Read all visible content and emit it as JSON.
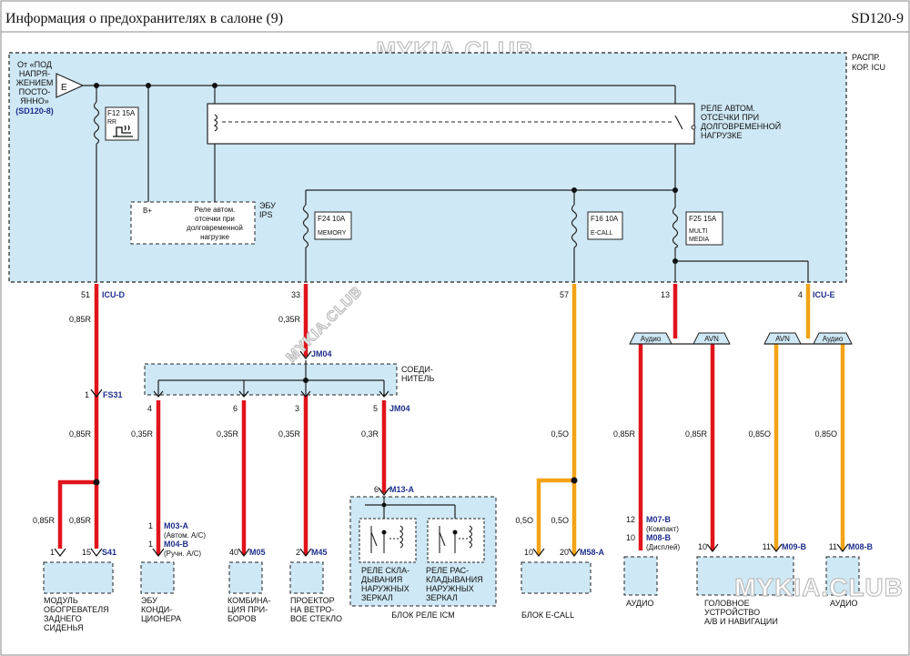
{
  "header": {
    "title": "Информация о предохранителях в салоне (9)",
    "code": "SD120-9",
    "watermark_top": "MYKIA.CLUB",
    "watermark_bottom": "MYKIA.CLUB",
    "watermark_diag": "MYKIA.CLUB"
  },
  "icu": {
    "label_l1": "РАСПР.",
    "label_l2": "КОР. ICU",
    "source_l1": "От «ПОД",
    "source_l2": "НАПРЯ-",
    "source_l3": "ЖЕНИЕМ",
    "source_l4": "ПОСТО-",
    "source_l5": "ЯННО»",
    "source_ref": "(SD120-8)",
    "source_letter": "E",
    "fuse_f12": "F12 15A",
    "fuse_f12_sub": "RR",
    "relay_l1": "РЕЛЕ АВТОМ.",
    "relay_l2": "ОТСЕЧКИ ПРИ",
    "relay_l3": "ДОЛГОВРЕМЕННОЙ",
    "relay_l4": "НАГРУЗКЕ",
    "ips_label_l1": "ЭБУ",
    "ips_label_l2": "IPS",
    "ips_bplus": "B+",
    "ips_l1": "Реле автом.",
    "ips_l2": "отсечки при",
    "ips_l3": "долговременной",
    "ips_l4": "нагрузке",
    "fuse_f24": "F24 10A",
    "fuse_f24_sub": "MEMORY",
    "fuse_f16": "F16 10A",
    "fuse_f16_sub": "E-CALL",
    "fuse_f25": "F25 15A",
    "fuse_f25_sub1": "MULTI",
    "fuse_f25_sub2": "MEDIA"
  },
  "pins": {
    "p51": "51",
    "icu_d": "ICU-D",
    "p33": "33",
    "p57": "57",
    "p13": "13",
    "p4": "4",
    "icu_e": "ICU-E"
  },
  "wires": {
    "w1": "0,85R",
    "w2": "0,35R",
    "w3": "0,85R",
    "w4": "0,85R",
    "w5": "0,85R",
    "w6": "0,35R",
    "w7": "0,35R",
    "w8": "0,35R",
    "w9": "0,3R",
    "w10": "0,5O",
    "w11": "0,5O",
    "w12": "0,5O",
    "w13": "0,85R",
    "w14": "0,85R",
    "w15": "0,85O",
    "w16": "0,85O"
  },
  "connectors": {
    "fs31_pin": "1",
    "fs31": "FS31",
    "jm04": "JM04",
    "joint_l1": "СОЕДИ-",
    "joint_l2": "НИТЕЛЬ",
    "j_p4": "4",
    "j_p6": "6",
    "j_p3": "3",
    "j_p5": "5",
    "jm04b": "JM04",
    "m13_pin": "6",
    "m13": "M13-A",
    "audio1": "Аудио",
    "avn1": "AVN",
    "avn2": "AVN",
    "audio2": "Аудио"
  },
  "components": {
    "seat_p1": "1",
    "seat_p15": "15",
    "seat_conn": "S41",
    "seat_l1": "МОДУЛЬ",
    "seat_l2": "ОБОГРЕВАТЕЛЯ",
    "seat_l3": "ЗАДНЕГО",
    "seat_l4": "СИДЕНЬЯ",
    "ac_p1": "1",
    "ac_conn1": "M03-A",
    "ac_note1": "(Автом. A/C)",
    "ac_p2": "1",
    "ac_conn2": "M04-B",
    "ac_note2": "(Ручн. A/C)",
    "ac_l1": "ЭБУ",
    "ac_l2": "КОНДИ-",
    "ac_l3": "ЦИОНЕРА",
    "cl_pin": "40",
    "cl_conn": "M05",
    "cl_l1": "КОМБИНА-",
    "cl_l2": "ЦИЯ ПРИ-",
    "cl_l3": "БОРОВ",
    "hud_pin": "2",
    "hud_conn": "M45",
    "hud_l1": "ПРОЕКТОР",
    "hud_l2": "НА ВЕТРО-",
    "hud_l3": "ВОЕ СТЕКЛО",
    "icm_r1_l1": "РЕЛЕ СКЛА-",
    "icm_r1_l2": "ДЫВАНИЯ",
    "icm_r1_l3": "НАРУЖНЫХ",
    "icm_r1_l4": "ЗЕРКАЛ",
    "icm_r2_l1": "РЕЛЕ РАС-",
    "icm_r2_l2": "КЛАДЫВАНИЯ",
    "icm_r2_l3": "НАРУЖНЫХ",
    "icm_r2_l4": "ЗЕРКАЛ",
    "icm_title": "БЛОК РЕЛЕ ICM",
    "ec_p10": "10",
    "ec_p20": "20",
    "ec_conn": "M58-A",
    "ec_title": "БЛОК E-CALL",
    "au_p12": "12",
    "au_conn1": "M07-B",
    "au_note1": "(Компакт)",
    "au_p10": "10",
    "au_conn2": "M08-B",
    "au_note2": "(Дисплей)",
    "au_title": "АУДИО",
    "hu_pin": "10",
    "hu_p11": "11",
    "hu_conn": "M09-B",
    "hu_l1": "ГОЛОВНОЕ",
    "hu_l2": "УСТРОЙСТВО",
    "hu_l3": "А/В И НАВИГАЦИИ",
    "au2_pin": "11",
    "au2_conn": "M08-B",
    "au2_title": "АУДИО"
  },
  "colors": {
    "red_wire": "#e0141c",
    "orange_wire": "#f3a317",
    "box_fill": "#cfe8f5",
    "label_blue": "#1f2f8c"
  }
}
